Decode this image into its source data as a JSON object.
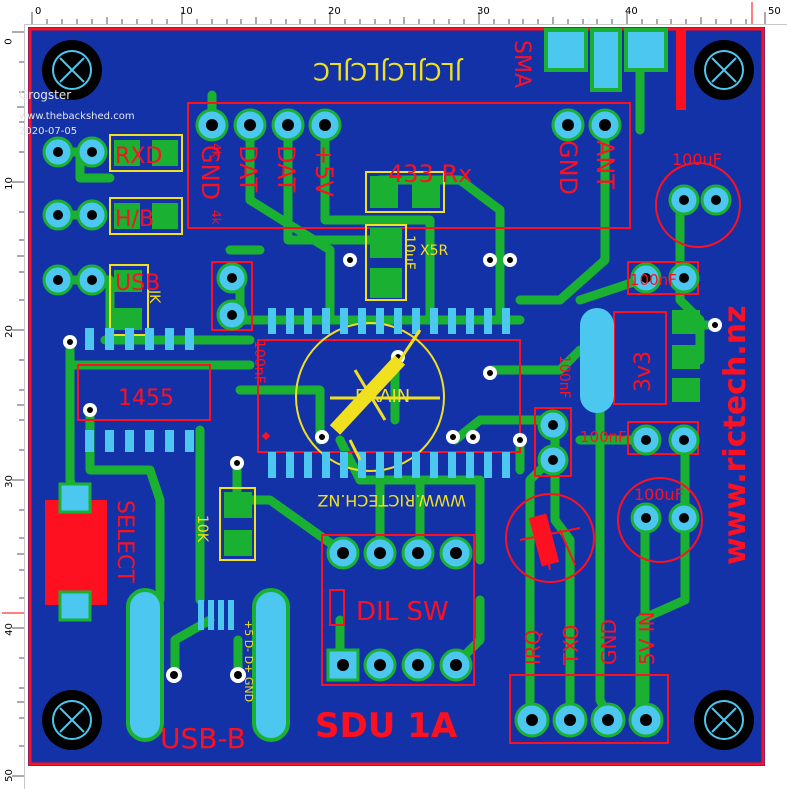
{
  "ruler": {
    "unit": "mm",
    "top_ticks": [
      "0",
      "10",
      "20",
      "30",
      "40",
      "50"
    ],
    "left_ticks": [
      "0",
      "10",
      "20",
      "30",
      "40",
      "50"
    ]
  },
  "watermark": {
    "author": "Grogster",
    "site": "www.thebackshed.com",
    "date": "2020-07-05"
  },
  "board": {
    "logo_pattern": "JLCJLCJLCJLC",
    "sma_label": "SMA",
    "ant_label": "ANT",
    "gnd_label_top": "GND",
    "header_top": {
      "pins": [
        "GND",
        "DAT",
        "DAT",
        "+5V"
      ]
    },
    "rx_module": "433 Rx",
    "r_4k_a": "4k",
    "r_4k_b": "4k",
    "led_rxd": "RXD",
    "led_hb": "H/B",
    "led_usb": "USB",
    "jumper": "JK",
    "cap_10uf": "10uF",
    "cap_x5r": "X5R",
    "cap_100nf_a": "100nF",
    "cap_100nf_b": "100nF",
    "cap_100nf_c": "100nF",
    "cap_100nf_d": "100nF",
    "cap_100uf_a": "100uF",
    "cap_100uf_b": "100uF",
    "reg_3v3": "3v3",
    "ic_1455": "1455",
    "brain": "BRAIN",
    "website_small": "WWW.RICTECH.NZ",
    "website_big": "www.rictech.nz",
    "select": "SELECT",
    "resistor_10k": "10K",
    "usb_pins": "+5 D- D+ GND",
    "usb_b": "USB-B",
    "dil_sw": "DIL SW",
    "sdu": "SDU 1A",
    "header_bottom": {
      "pins": [
        "IRQ",
        "TXO",
        "GND",
        "5V IN"
      ]
    }
  },
  "colors": {
    "board_blue": "#1432a8",
    "copper_green": "#1ab032",
    "silk_red": "#ff1020",
    "silk_yellow": "#f0e020",
    "pad_cyan": "#4cc8f0",
    "via_black": "#000000"
  }
}
